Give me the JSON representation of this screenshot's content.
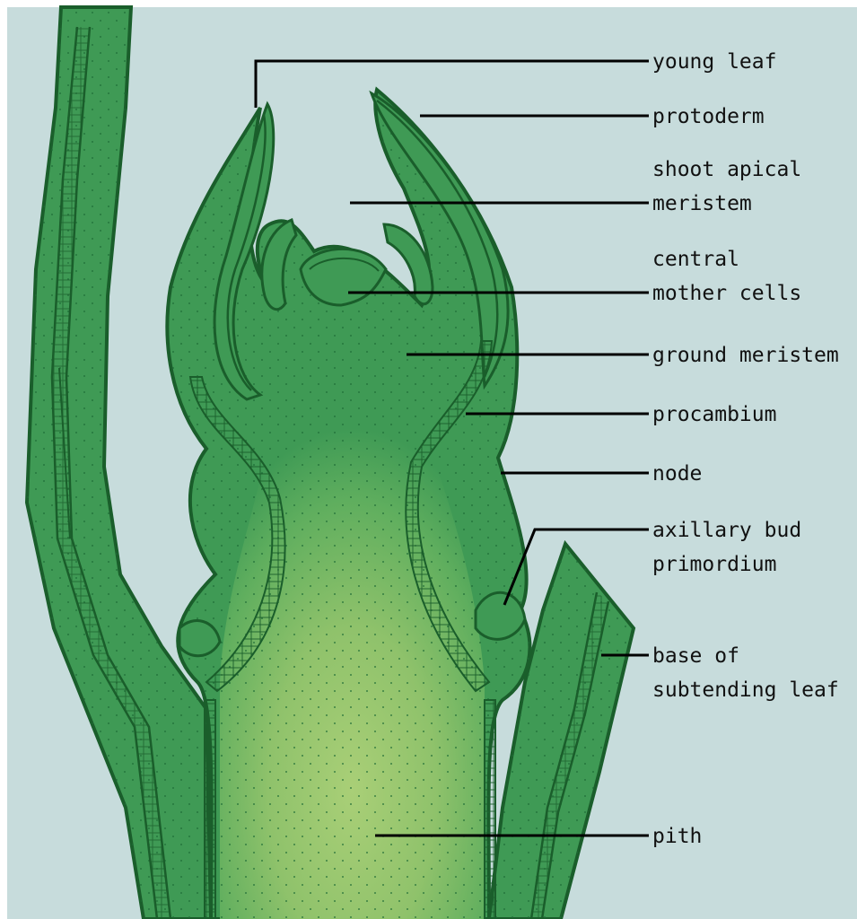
{
  "diagram": {
    "labels": {
      "young_leaf": "young leaf",
      "protoderm": "protoderm",
      "shoot_apical_1": "shoot apical",
      "shoot_apical_2": "meristem",
      "central_1": "central",
      "central_2": "mother cells",
      "ground_meristem": "ground meristem",
      "procambium": "procambium",
      "node": "node",
      "axillary_1": "axillary bud",
      "axillary_2": "primordium",
      "base_1": "base of",
      "base_2": "subtending leaf",
      "pith": "pith"
    },
    "colors": {
      "background": "#c7dcdc",
      "tissue": "#3f9a55",
      "tissue_dark": "#1f7a3a",
      "pith_light": "#a9cf77",
      "outline": "#1a5e2b",
      "leader": "#000000"
    }
  }
}
